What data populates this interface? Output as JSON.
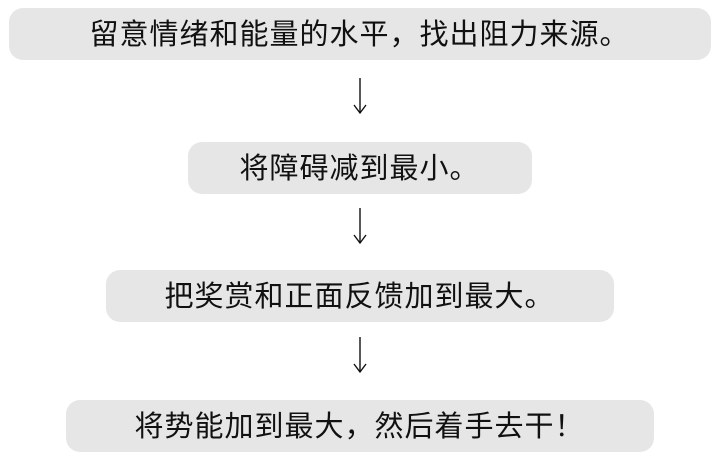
{
  "diagram": {
    "steps": [
      {
        "label": "留意情绪和能量的水平，找出阻力来源。"
      },
      {
        "label": "将障碍减到最小。"
      },
      {
        "label": "把奖赏和正面反馈加到最大。"
      },
      {
        "label": "将势能加到最大，然后着手去干！"
      }
    ],
    "arrow_icon": "down-arrow-icon",
    "colors": {
      "box_fill": "#e6e6e6",
      "text": "#111111",
      "arrow": "#111111"
    }
  }
}
